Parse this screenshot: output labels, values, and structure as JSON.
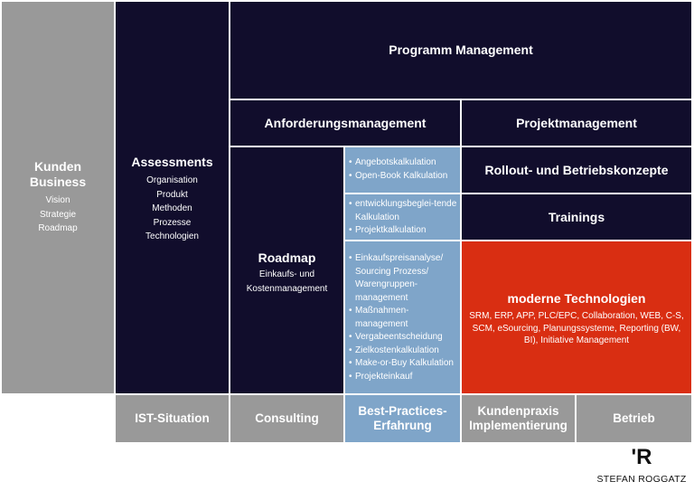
{
  "kunden": {
    "title": "Kunden Business",
    "items": [
      "Vision",
      "Strategie",
      "Roadmap"
    ]
  },
  "assessments": {
    "title": "Assessments",
    "items": [
      "Organisation",
      "Produkt",
      "Methoden",
      "Prozesse",
      "Technologien"
    ]
  },
  "programm": {
    "title": "Programm Management"
  },
  "anforderung": {
    "title": "Anforderungsmanagement"
  },
  "projektmanagement": {
    "title": "Projektmanagement"
  },
  "roadmap": {
    "title": "Roadmap",
    "subtitle": "Einkaufs- und Kostenmanagement"
  },
  "kalkulation1": {
    "items": [
      "Angebotskalkulation",
      "Open-Book Kalkulation"
    ]
  },
  "kalkulation2": {
    "items": [
      "entwicklungsbeglei-tende Kalkulation",
      "Projektkalkulation"
    ]
  },
  "kalkulation3": {
    "items": [
      "Einkaufspreisanalyse/ Sourcing Prozess/ Warengruppen-management",
      "Maßnahmen-management",
      "Vergabeentscheidung",
      "Zielkostenkalkulation",
      "Make-or-Buy Kalkulation",
      "Projekteinkauf"
    ]
  },
  "rollout": {
    "title": "Rollout- und Betriebskonzepte"
  },
  "trainings": {
    "title": "Trainings"
  },
  "moderne": {
    "title": "moderne Technologien",
    "text": "SRM, ERP, APP, PLC/EPC, Collaboration, WEB, C-S, SCM, eSourcing, Planungssysteme, Reporting (BW, BI), Initiative Management"
  },
  "footer": {
    "ist": "IST-Situation",
    "consulting": "Consulting",
    "bestpractices": "Best-Practices-Erfahrung",
    "kundenpraxis": "Kundenpraxis Implementierung",
    "betrieb": "Betrieb"
  },
  "logo": {
    "mark": "'R",
    "name": "STEFAN ROGGATZ"
  },
  "colors": {
    "navy": "#110d2c",
    "gray": "#999999",
    "blue": "#7fa5c9",
    "red": "#d92e12"
  }
}
